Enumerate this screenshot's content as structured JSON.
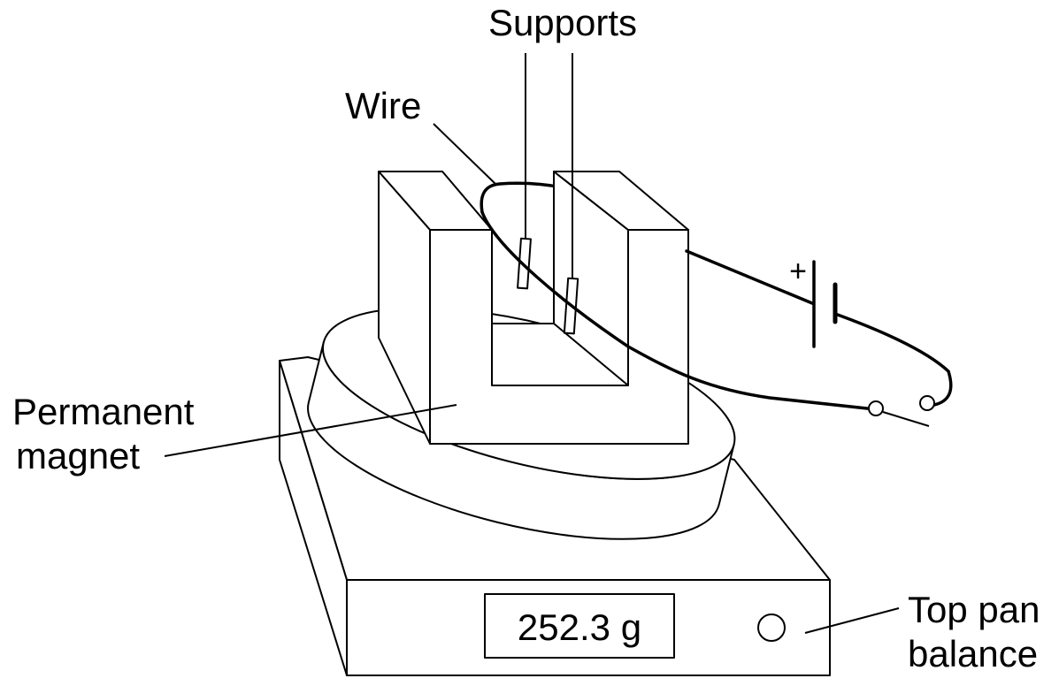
{
  "labels": {
    "supports": "Supports",
    "wire": "Wire",
    "permanent_magnet_line1": "Permanent",
    "permanent_magnet_line2": "magnet",
    "top_pan_balance_line1": "Top pan",
    "top_pan_balance_line2": "balance",
    "battery_positive": "+"
  },
  "balance": {
    "reading": "252.3 g"
  },
  "colors": {
    "line": "#000000",
    "background": "#ffffff"
  }
}
